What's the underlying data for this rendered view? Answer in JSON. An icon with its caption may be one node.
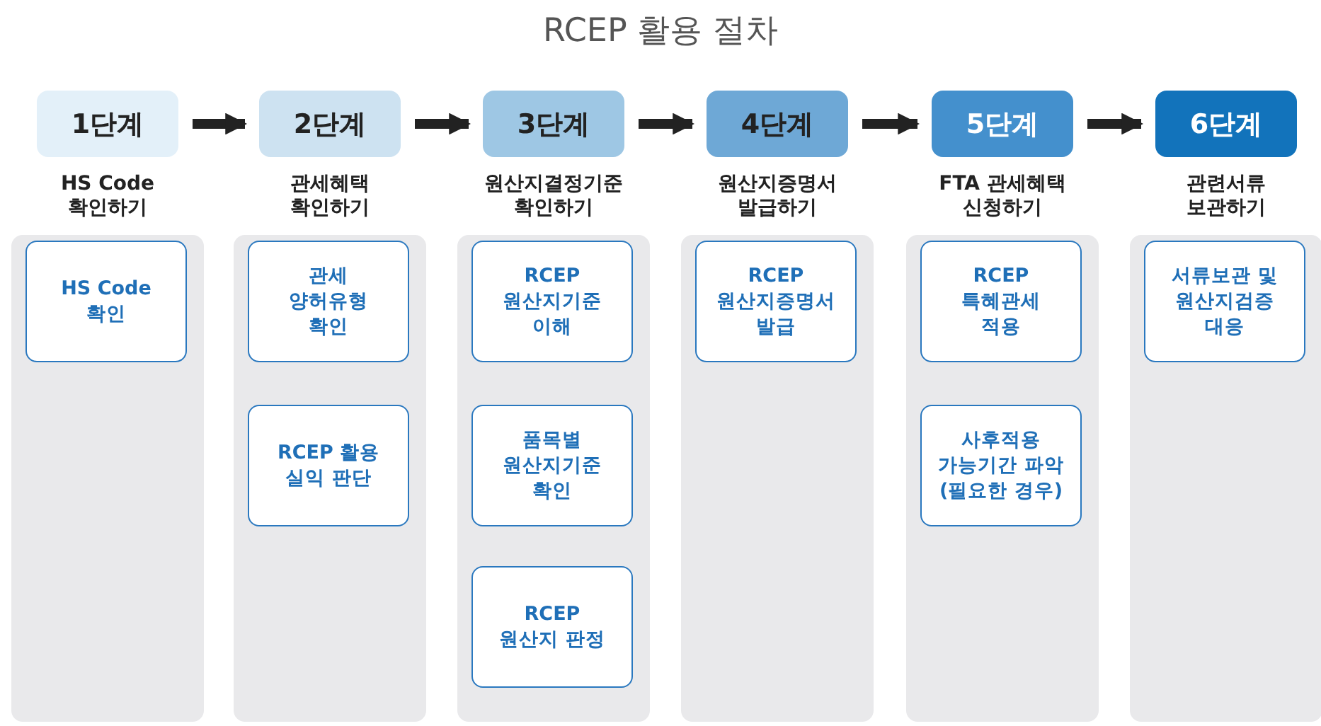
{
  "diagram": {
    "title": "RCEP 활용 절차",
    "nodes": [
      {
        "text": [
          "1단계"
        ],
        "beside": [
          "HS Code 확인하기"
        ]
      },
      {
        "text": [],
        "shape": "box"
      },
      {
        "text": [
          "HS Code 확인"
        ],
        "in": 1
      },
      {
        "text": [
          "2단계"
        ],
        "beside": [
          "관세혜택 확인하기"
        ]
      },
      {
        "text": [],
        "shape": "box"
      },
      {
        "text": [
          "관세 양허유형 확인"
        ],
        "in": 4
      },
      {
        "text": [
          "RCEP 활용 실익 판단"
        ],
        "in": 4
      },
      {
        "text": [
          "3단계"
        ],
        "beside": [
          "원산지결정기준 확인하기"
        ]
      },
      {
        "text": [],
        "shape": "box"
      },
      {
        "text": [
          "RCEP 원산지기준 이해"
        ],
        "in": 8
      },
      {
        "text": [
          "품목별 원산지기준 확인"
        ],
        "in": 8
      },
      {
        "text": [
          "RCEP 원산지 판정"
        ],
        "in": 8
      },
      {
        "text": [
          "4단계"
        ],
        "beside": [
          "원산지증명서 발급하기"
        ]
      },
      {
        "text": [],
        "shape": "box"
      },
      {
        "text": [
          "RCEP 원산지증명서 발급"
        ],
        "in": 13
      },
      {
        "text": [
          "5단계"
        ],
        "beside": [
          "FTA 관세혜택 신청하기"
        ]
      },
      {
        "text": [],
        "shape": "box"
      },
      {
        "text": [
          "RCEP 특혜관세 적용"
        ],
        "in": 16
      },
      {
        "text": [
          "사후적용 가능기간 파악 (필요한 경우)"
        ],
        "in": 16
      },
      {
        "text": [
          "6단계"
        ],
        "beside": [
          "관련서류 보관하기"
        ]
      },
      {
        "text": [],
        "shape": "box"
      },
      {
        "text": [
          "서류보관 및 원산지검증 대응"
        ],
        "in": 20
      }
    ],
    "edges": [
      {
        "from": 0,
        "to": 3,
        "arrow": "to"
      },
      {
        "from": 3,
        "to": 7,
        "arrow": "to"
      },
      {
        "from": 7,
        "to": 12,
        "arrow": "to"
      },
      {
        "from": 12,
        "to": 15,
        "arrow": "to"
      },
      {
        "from": 15,
        "to": 19,
        "arrow": "to"
      }
    ]
  }
}
